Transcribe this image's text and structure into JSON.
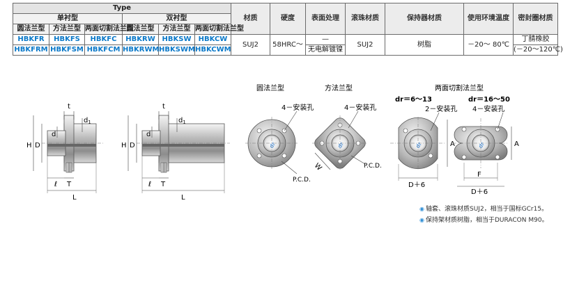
{
  "table": {
    "type_header": "Type",
    "single_header": "单衬型",
    "double_header": "双衬型",
    "cols": {
      "round": "圆法兰型",
      "square": "方法兰型",
      "twoside": "两面切割法兰型"
    },
    "row1": [
      "HBKFR",
      "HBKFS",
      "HBKFC",
      "HBKRW",
      "HBKSW",
      "HBKCW"
    ],
    "row2": [
      "HBKFRM",
      "HBKFSM",
      "HBKFCM",
      "HBKRWM",
      "HBKSWM",
      "HBKCWM"
    ],
    "material_header": "材质",
    "hardness_header": "硬度",
    "surface_header": "表面处理",
    "ball_header": "滚珠材质",
    "retainer_header": "保持器材质",
    "env_header": "使用环境温度",
    "seal_header": "密封圈材质",
    "material": "SUJ2",
    "hardness": "58HRC～",
    "surface1": "—",
    "surface2": "无电解镀镍",
    "ball": "SUJ2",
    "retainer": "树脂",
    "env": "－20～ 80℃",
    "seal1": "丁腈橡胶",
    "seal2": "(－20～120℃)"
  },
  "drawing": {
    "title_round": "圆法兰型",
    "title_square": "方法兰型",
    "title_twoside": "两面切割法兰型",
    "dr_small": "dr＝6～13",
    "dr_large": "dr＝16～50",
    "hole4": "4－安装孔",
    "hole2": "2－安装孔",
    "pcd": "P.C.D.",
    "d_plus6": "D＋6",
    "dim_H": "H",
    "dim_D": "D",
    "dim_d": "d",
    "dim_d1": "d",
    "dim_d1_sub": "1",
    "dim_t": "t",
    "dim_l": "ℓ",
    "dim_T": "T",
    "dim_L": "L",
    "dim_W": "W",
    "dim_A": "A",
    "dim_F": "F",
    "dim_dr": "dr"
  },
  "notes": {
    "bullet_icon": "info-icon",
    "line1": "轴套、滚珠材质SUJ2，相当于国标GCr15。",
    "line2": "保持架材质树脂，相当于DURACON M90。"
  }
}
